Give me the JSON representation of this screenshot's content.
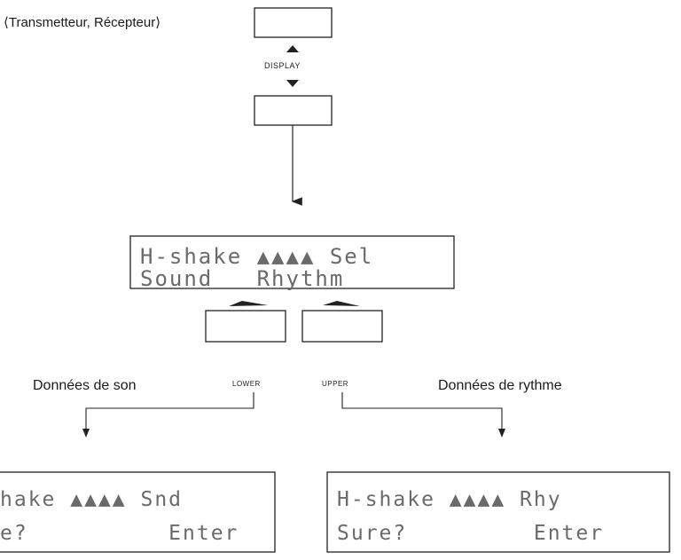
{
  "labels": {
    "transmitter_receiver": "⟨Transmetteur, Récepteur⟩",
    "display": "DISPLAY",
    "lower": "LOWER",
    "upper": "UPPER",
    "sound_data": "Données de son",
    "rhythm_data": "Données de rythme"
  },
  "main_lcd": {
    "line1": "H-shake ▲▲▲▲ Sel",
    "line2": "Sound   Rhythm"
  },
  "left_lcd": {
    "line1": "hake ▲▲▲▲ Snd",
    "line2": "e?          Enter"
  },
  "right_lcd": {
    "line1": "H-shake ▲▲▲▲ Rhy",
    "line2": "Sure?         Enter"
  },
  "colors": {
    "line": "#222222",
    "lcd_text": "#6a6a6a"
  }
}
